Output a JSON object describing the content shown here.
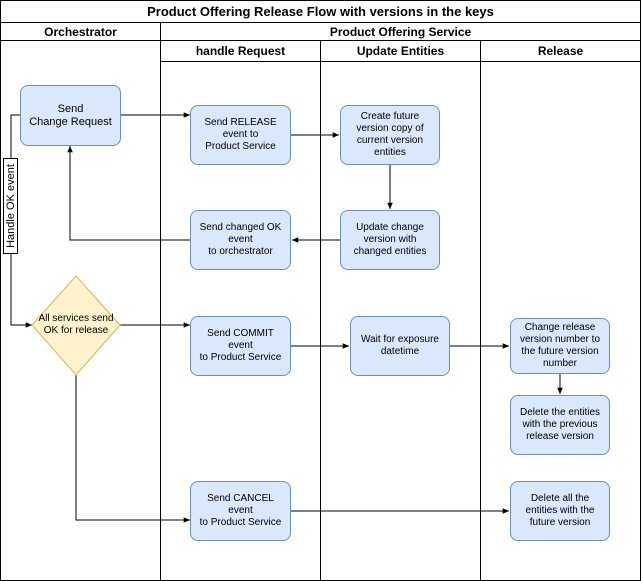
{
  "title": "Product Offering Release Flow with versions in the keys",
  "lanes": {
    "orchestrator": "Orchestrator",
    "service": "Product Offering Service"
  },
  "sublanes": {
    "handle": "handle Request",
    "update": "Update Entities",
    "release": "Release"
  },
  "nodes": {
    "send_change": "Send\nChange Request",
    "send_release": "Send RELEASE\nevent to\nProduct Service",
    "create_future": "Create future\nversion copy of\ncurrent version\nentities",
    "update_change": "Update change\nversion with\nchanged entities",
    "send_changed_ok": "Send changed OK\nevent\nto orchestrator",
    "all_services": "All services send\nOK for release",
    "send_commit": "Send COMMIT\nevent\nto Product Service",
    "wait_exposure": "Wait for exposure\ndatetime",
    "change_release": "Change release\nversion number to\nthe future version\nnumber",
    "delete_previous": "Delete the entities\nwith the previous\nrelease version",
    "send_cancel": "Send CANCEL\nevent\nto Product Service",
    "delete_future": "Delete all the\nentities with the\nfuture version"
  },
  "edge_labels": {
    "handle_ok": "Handle OK event"
  },
  "colors": {
    "box_fill": "#dae8fc",
    "box_stroke": "#6c8ebf",
    "diamond_fill": "#fff2cc",
    "diamond_stroke": "#d6b656"
  }
}
